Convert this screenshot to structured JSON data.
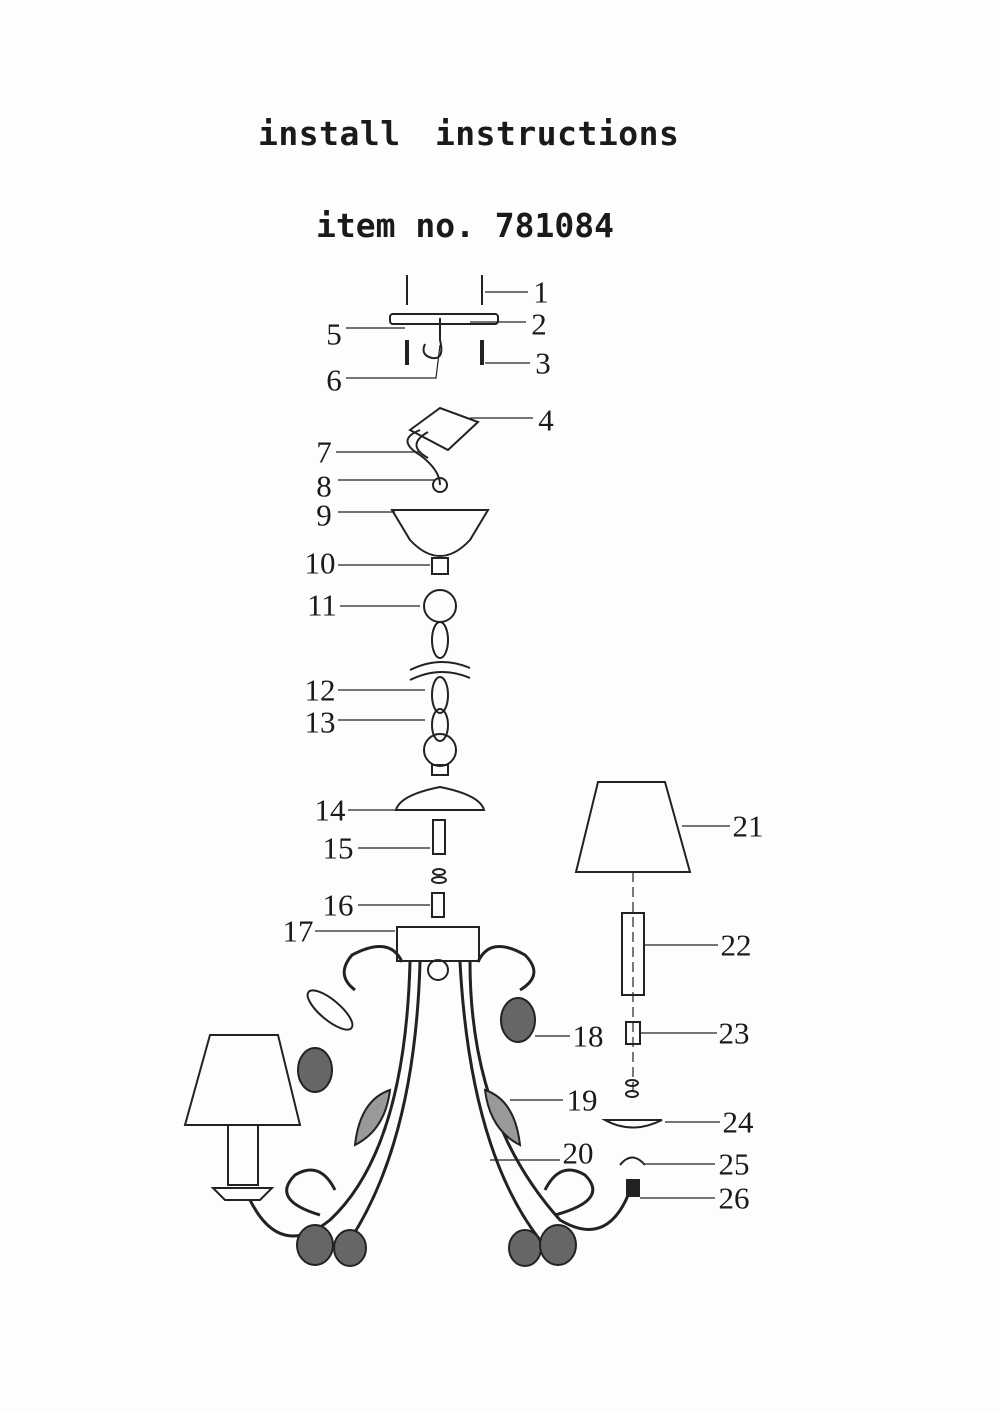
{
  "header": {
    "title": "install   instructions",
    "item_number": "item no. 781084"
  },
  "part_labels": [
    "1",
    "2",
    "3",
    "4",
    "5",
    "6",
    "7",
    "8",
    "9",
    "10",
    "11",
    "12",
    "13",
    "14",
    "15",
    "16",
    "17",
    "18",
    "19",
    "20",
    "21",
    "22",
    "23",
    "24",
    "25",
    "26"
  ]
}
